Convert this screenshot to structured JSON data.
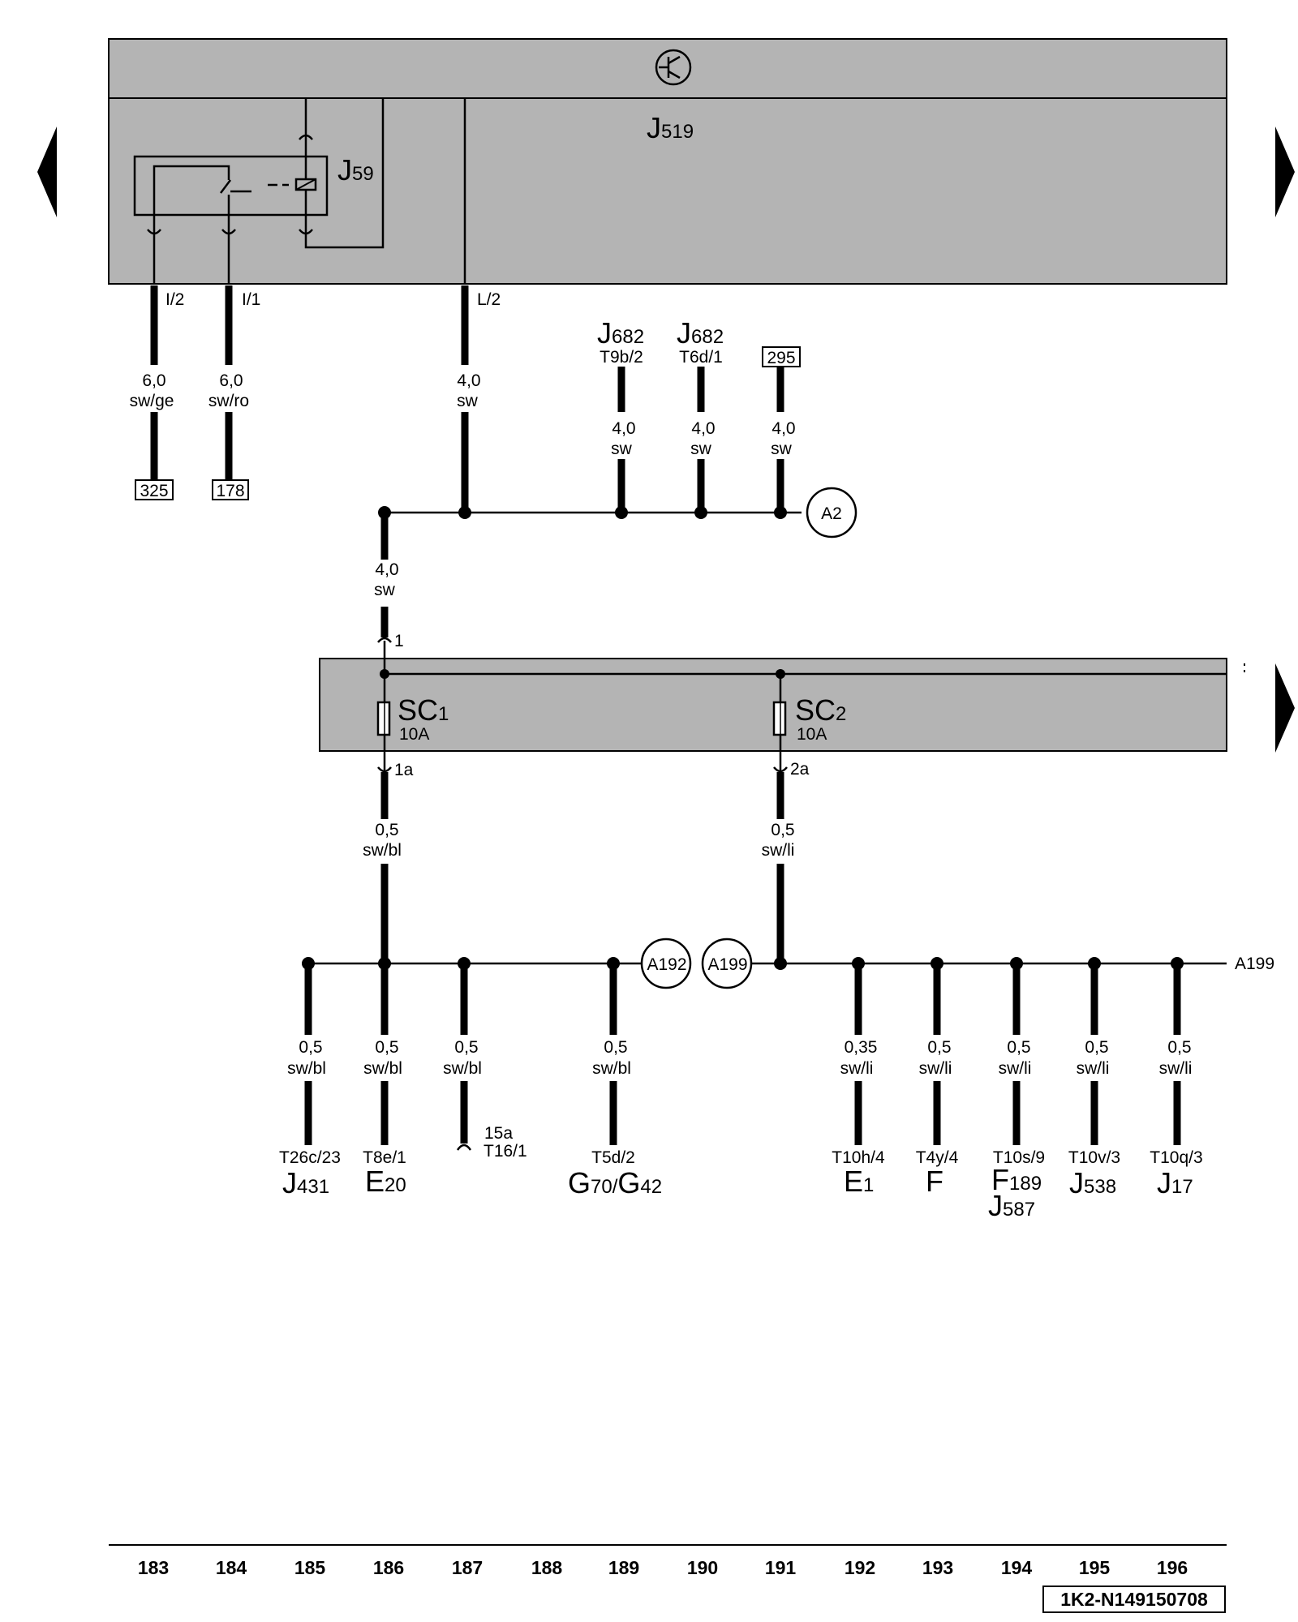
{
  "header": {
    "module_main": "J",
    "module_sub": "519",
    "relay_main": "J",
    "relay_sub": "59"
  },
  "pins": {
    "i2": "I/2",
    "i1": "I/1",
    "l2": "L/2",
    "fuse_in": "1",
    "sc1_out": "1a",
    "sc2_out": "2a"
  },
  "wires": {
    "w_i2": {
      "size": "6,0",
      "color": "sw/ge"
    },
    "w_i1": {
      "size": "6,0",
      "color": "sw/ro"
    },
    "w_l2": {
      "size": "4,0",
      "color": "sw"
    },
    "w_j682a": {
      "size": "4,0",
      "color": "sw"
    },
    "w_j682b": {
      "size": "4,0",
      "color": "sw"
    },
    "w_295": {
      "size": "4,0",
      "color": "sw"
    },
    "w_feed": {
      "size": "4,0",
      "color": "sw"
    },
    "w_sc1": {
      "size": "0,5",
      "color": "sw/bl"
    },
    "w_sc2": {
      "size": "0,5",
      "color": "sw/li"
    },
    "w_185": {
      "size": "0,5",
      "color": "sw/bl"
    },
    "w_186": {
      "size": "0,5",
      "color": "sw/bl"
    },
    "w_187": {
      "size": "0,5",
      "color": "sw/bl"
    },
    "w_189": {
      "size": "0,5",
      "color": "sw/bl"
    },
    "w_192": {
      "size": "0,35",
      "color": "sw/li"
    },
    "w_193": {
      "size": "0,5",
      "color": "sw/li"
    },
    "w_194": {
      "size": "0,5",
      "color": "sw/li"
    },
    "w_195": {
      "size": "0,5",
      "color": "sw/li"
    },
    "w_196": {
      "size": "0,5",
      "color": "sw/li"
    }
  },
  "refs": {
    "r325": "325",
    "r178": "178",
    "r295": "295"
  },
  "upper_connectors": {
    "c1_main": "J",
    "c1_sub": "682",
    "c1_term": "T9b/2",
    "c2_main": "J",
    "c2_sub": "682",
    "c2_term": "T6d/1"
  },
  "nodes": {
    "a2": "A2",
    "a192": "A192",
    "a199": "A199",
    "a199_right": "A199"
  },
  "fuses": {
    "sc1_main": "SC",
    "sc1_sub": "1",
    "sc1_rating": "10A",
    "sc2_main": "SC",
    "sc2_sub": "2",
    "sc2_rating": "10A"
  },
  "bottom_components": {
    "b185_term": "T26c/23",
    "b185_main": "J",
    "b185_sub": "431",
    "b186_term": "T8e/1",
    "b186_main": "E",
    "b186_sub": "20",
    "b187_pin": "15a",
    "b187_term": "T16/1",
    "b189_term": "T5d/2",
    "b189_m1": "G",
    "b189_s1": "70",
    "b189_slash": "/",
    "b189_m2": "G",
    "b189_s2": "42",
    "b192_term": "T10h/4",
    "b192_main": "E",
    "b192_sub": "1",
    "b193_term": "T4y/4",
    "b193_main": "F",
    "b194_term": "T10s/9",
    "b194_main": "F",
    "b194_sub": "189",
    "b194_main2": "J",
    "b194_sub2": "587",
    "b195_term": "T10v/3",
    "b195_main": "J",
    "b195_sub": "538",
    "b196_term": "T10q/3",
    "b196_main": "J",
    "b196_sub": "17"
  },
  "columns": [
    "183",
    "184",
    "185",
    "186",
    "187",
    "188",
    "189",
    "190",
    "191",
    "192",
    "193",
    "194",
    "195",
    "196"
  ],
  "footer": {
    "code": "1K2-N149150708"
  },
  "colors": {
    "panel_fill": "#b4b4b4",
    "ink": "#000000"
  }
}
